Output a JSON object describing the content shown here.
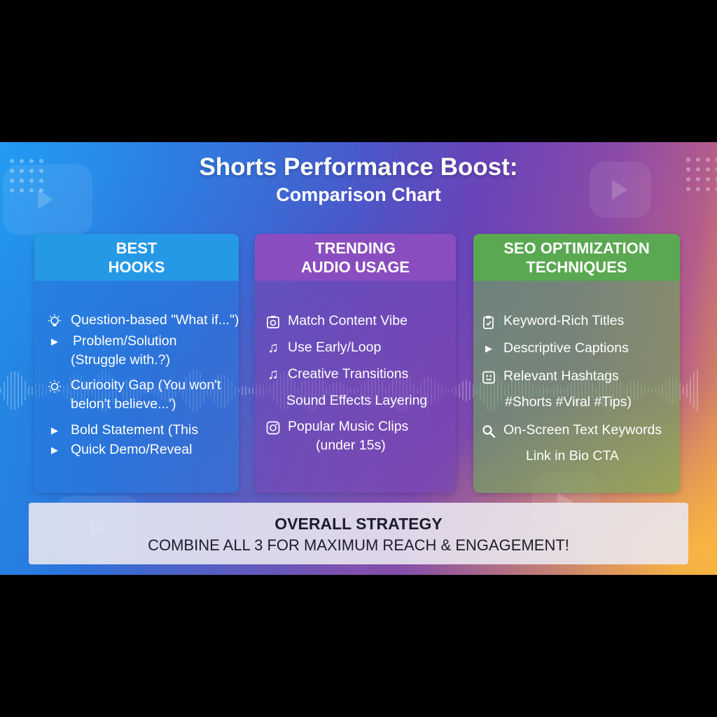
{
  "title": {
    "line1": "Shorts Performance Boost:",
    "line2": "Comparison Chart"
  },
  "columns": [
    {
      "header": "BEST\nHOOKS",
      "color": "#2699e6",
      "items": [
        {
          "icon": "lightbulb-icon",
          "lines": [
            "Question-based \"What if...\")"
          ]
        },
        {
          "icon": "play-arrow-icon",
          "lines": [
            "Problem/Solution",
            "(Struggle with.?)"
          ]
        },
        {
          "icon": "lightbulb-icon",
          "lines": [
            "Curiooity Gap (You won't",
            "belon't believe...')"
          ]
        },
        {
          "icon": "play-arrow-icon",
          "lines": [
            "Bold Statement (This"
          ]
        },
        {
          "icon": "play-arrow-icon",
          "lines": [
            "Quick Demo/Reveal"
          ]
        }
      ]
    },
    {
      "header": "TRENDING\nAUDIO USAGE",
      "color": "#8a4dbf",
      "items": [
        {
          "icon": "camera-icon",
          "lines": [
            "Match Content Vibe"
          ]
        },
        {
          "icon": "music-note-icon",
          "lines": [
            "Use Early/Loop"
          ]
        },
        {
          "icon": "music-note-icon",
          "lines": [
            "Creative Transitions"
          ]
        },
        {
          "icon": "",
          "lines": [
            "Sound Effects Layering"
          ]
        },
        {
          "icon": "instagram-icon",
          "lines": [
            "Popular Music Clips",
            "(under 15s)"
          ]
        }
      ]
    },
    {
      "header": "SEO OPTIMIZATION\nTECHNIQUES",
      "color": "#5aa852",
      "items": [
        {
          "icon": "clipboard-icon",
          "lines": [
            "Keyword-Rich Titles"
          ]
        },
        {
          "icon": "play-arrow-icon",
          "lines": [
            "Descriptive Captions"
          ]
        },
        {
          "icon": "smiley-box-icon",
          "lines": [
            "Relevant Hashtags",
            "#Shorts #Viral #Tips)"
          ]
        },
        {
          "icon": "search-icon",
          "lines": [
            "On-Screen Text Keywords"
          ]
        },
        {
          "icon": "",
          "lines": [
            "Link in Bio CTA"
          ]
        }
      ]
    }
  ],
  "strategy": {
    "heading": "OVERALL STRATEGY",
    "text": "COMBINE ALL 3 FOR MAXIMUM REACH & ENGAGEMENT!"
  }
}
